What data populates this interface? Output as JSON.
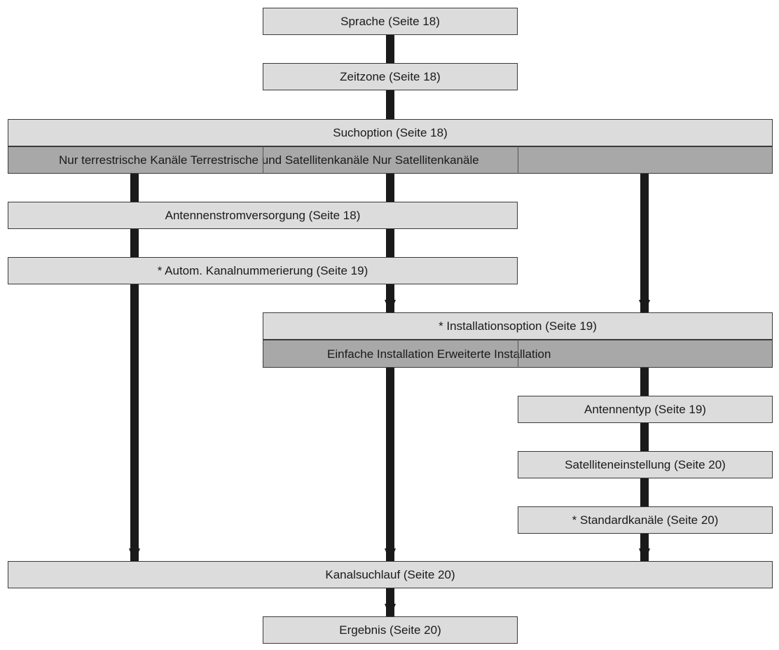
{
  "boxes": {
    "sprache": "Sprache (Seite 18)",
    "zeitzone": "Zeitzone (Seite 18)",
    "suchoption": "Suchoption (Seite 18)",
    "suchoption_choices": "Nur terrestrische Kanäle Terrestrische und Satellitenkanäle Nur Satellitenkanäle",
    "antennenstrom": "Antennenstromversorgung (Seite 18)",
    "kanalnummerierung": "* Autom. Kanalnummerierung (Seite 19)",
    "installationsoption": "* Installationsoption (Seite 19)",
    "installation_choices": "Einfache Installation Erweiterte Installation",
    "antennentyp": "Antennentyp (Seite 19)",
    "satelliteneinstellung": "Satelliteneinstellung (Seite 20)",
    "standardkanaele": "* Standardkanäle (Seite 20)",
    "kanalsuchlauf": "Kanalsuchlauf (Seite 20)",
    "ergebnis": "Ergebnis (Seite 20)"
  },
  "colors": {
    "box_fill": "#dcdcdc",
    "choice_fill": "#a8a8a8",
    "border": "#3a3a3a",
    "arrow": "#1a1a1a"
  }
}
